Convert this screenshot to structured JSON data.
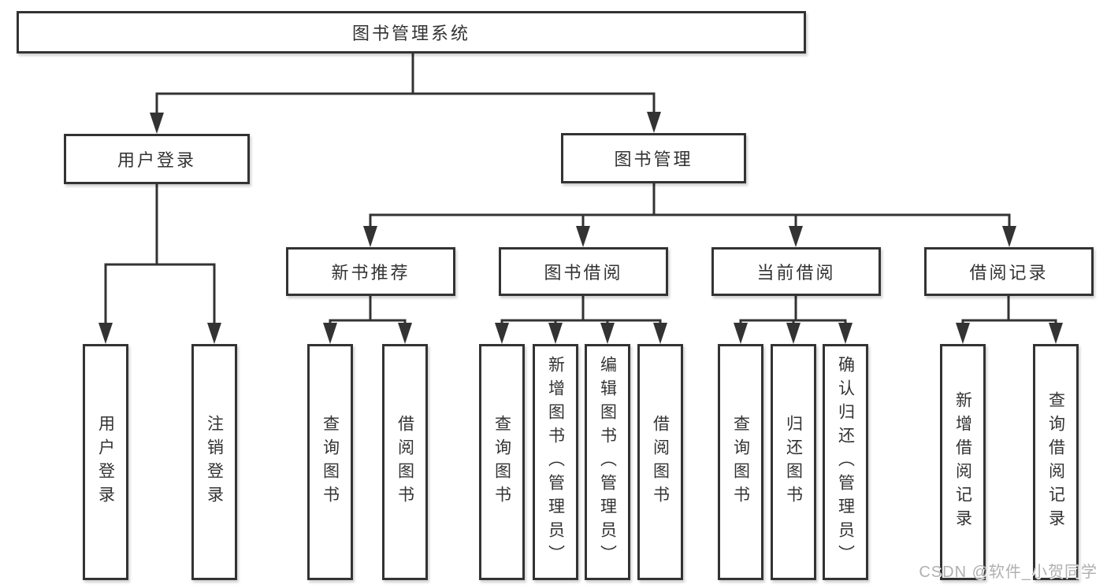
{
  "watermark": "CSDN @软件_小贺同学",
  "colors": {
    "line": "#333333",
    "border": "#333333",
    "text": "#333333",
    "watermark": "#b0b0b0",
    "background": "#ffffff"
  },
  "tree": {
    "root": {
      "label": "图书管理系统",
      "children": [
        {
          "label": "用户登录",
          "children": [
            {
              "label": "用户登录"
            },
            {
              "label": "注销登录"
            }
          ]
        },
        {
          "label": "图书管理",
          "children": [
            {
              "label": "新书推荐",
              "children": [
                {
                  "label": "查询图书"
                },
                {
                  "label": "借阅图书"
                }
              ]
            },
            {
              "label": "图书借阅",
              "children": [
                {
                  "label": "查询图书"
                },
                {
                  "label": "新增图书（管理员）"
                },
                {
                  "label": "编辑图书（管理员）"
                },
                {
                  "label": "借阅图书"
                }
              ]
            },
            {
              "label": "当前借阅",
              "children": [
                {
                  "label": "查询图书"
                },
                {
                  "label": "归还图书"
                },
                {
                  "label": "确认归还（管理员）"
                }
              ]
            },
            {
              "label": "借阅记录",
              "children": [
                {
                  "label": "新增借阅记录"
                },
                {
                  "label": "查询借阅记录"
                }
              ]
            }
          ]
        }
      ]
    }
  }
}
